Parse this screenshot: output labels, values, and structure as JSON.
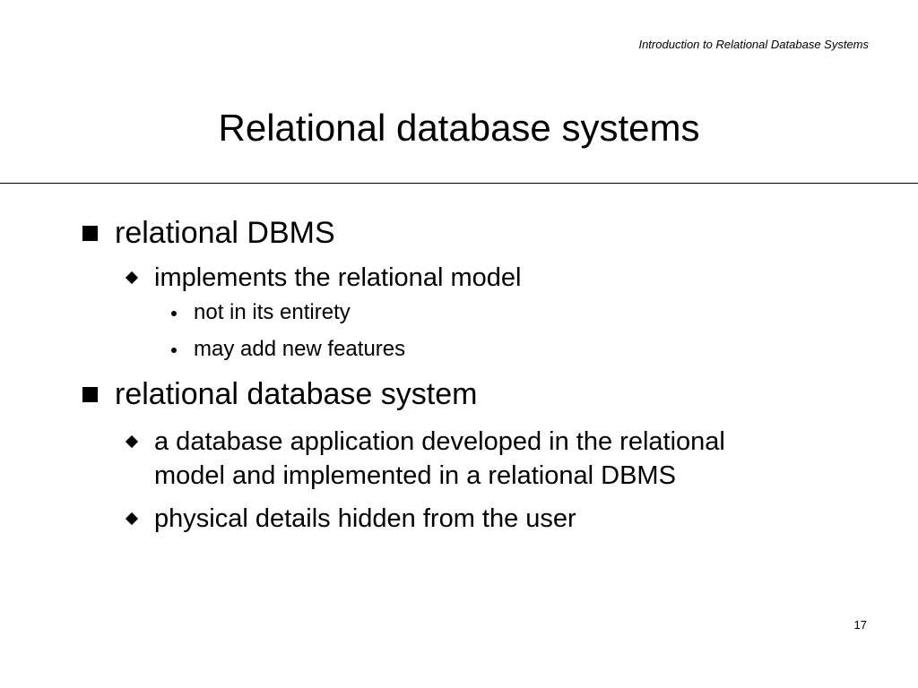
{
  "header": {
    "running_title": "Introduction to Relational Database Systems"
  },
  "slide": {
    "title": "Relational database systems",
    "page_number": "17"
  },
  "bullets": {
    "b1": {
      "text": "relational DBMS",
      "sub1": {
        "text": "implements the relational model",
        "items": [
          "not in its entirety",
          "may add new features"
        ]
      }
    },
    "b2": {
      "text": "relational database system",
      "sub1": {
        "line1": "a database application developed in the relational",
        "line2": "model and implemented in a relational DBMS"
      },
      "sub2": {
        "text": "physical details hidden from the user"
      }
    }
  },
  "icons": {
    "level1": "square-bullet-icon",
    "level2": "diamond-bullet-icon",
    "level3": "dot-bullet-icon"
  }
}
